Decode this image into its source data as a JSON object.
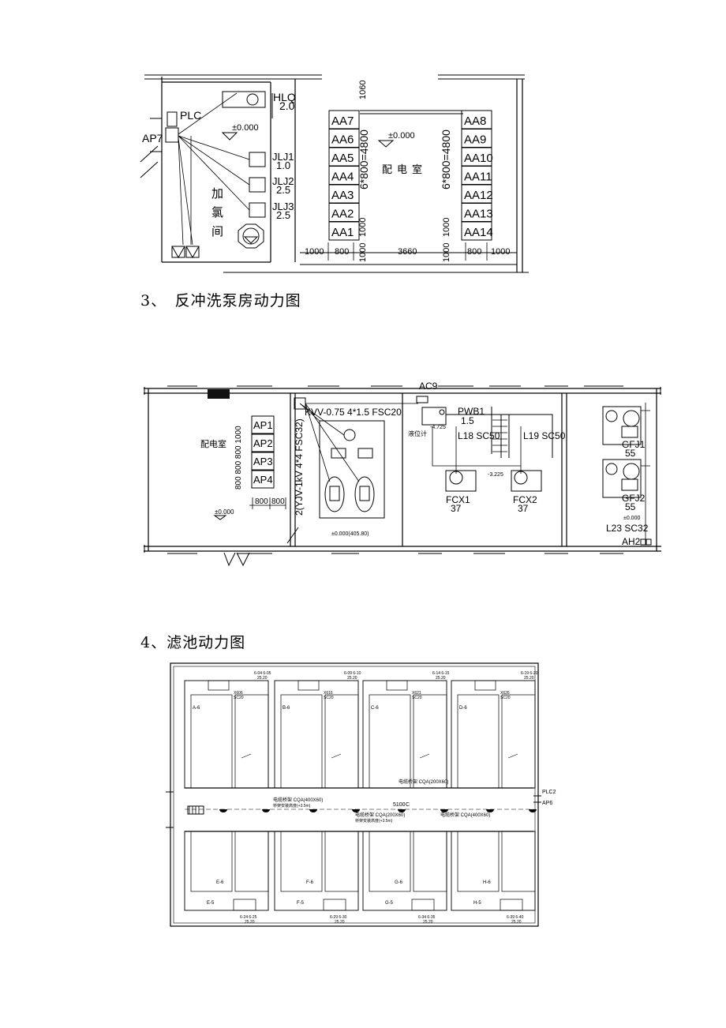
{
  "section3": {
    "caption": "3、　反冲洗泵房动力图",
    "labels": {
      "plc": "PLC",
      "ap7": "AP7",
      "hlq": "HLQ",
      "hlq_val": "2.0",
      "elev1": "±0.000",
      "elev2": "±0.000",
      "jlj1": "JLJ1",
      "jlj1_val": "1.0",
      "jlj2": "JLJ2",
      "jlj2_val": "2.5",
      "jlj3": "JLJ3",
      "jlj3_val": "2.5",
      "chlor_room": [
        "加",
        "氯",
        "间"
      ],
      "dist_room": "配电室",
      "left_cabinets": [
        "AA7",
        "AA6",
        "AA5",
        "AA4",
        "AA3",
        "AA2",
        "AA1"
      ],
      "right_cabinets": [
        "AA8",
        "AA9",
        "AA10",
        "AA11",
        "AA12",
        "AA13",
        "AA14"
      ],
      "dim_left_vert": "6*800=4800",
      "dim_right_vert": "6*800=4800",
      "dim_top": "1060",
      "dim_bottom_vals": [
        "1000",
        "800",
        "1000",
        "3660",
        "1000",
        "800",
        "1000"
      ],
      "dim_side": "1000"
    }
  },
  "section2": {
    "labels": {
      "dist_room": "配电室",
      "aps": [
        "AP1",
        "AP2",
        "AP3",
        "AP4"
      ],
      "dim_vert": "800 800 800 1000",
      "dim_horiz": [
        "800",
        "800"
      ],
      "elev_left": "±0.000",
      "cable_vert": "2(YJV-1kV 4*4 FSC32)",
      "kvv": "KVV-0.75 4*1.5 FSC20",
      "ac9": "AC9",
      "pwb1": "PWB1",
      "pwb1_val": "1.5",
      "level_meter": "液位计",
      "elev_val": "-4.725",
      "l18": "L18 SC50",
      "l19": "L19 SC50",
      "fcx1": "FCX1",
      "fcx1_val": "37",
      "fcx2": "FCX2",
      "fcx2_val": "37",
      "elev_mid": "-3.225",
      "elev_bottom": "±0.000(405.80)",
      "gfj1": "GFJ1",
      "gfj1_val": "55",
      "gfj2": "GFJ2",
      "gfj2_val": "55",
      "elev_right": "±0.000",
      "l23": "L23 SC32",
      "ah2": "AH2"
    }
  },
  "section4": {
    "caption": "4、滤池动力图",
    "labels": {
      "top_circuits": [
        "6-04 6-05",
        "6-09 6-10",
        "6-14 6-15",
        "6-19 6-20"
      ],
      "top_sc": [
        "25.20",
        "25.20",
        "25.20",
        "25.20"
      ],
      "bottom_circuits": [
        "6-24 6-25",
        "6-29 6-30",
        "6-34 6-35",
        "6-39 6-40"
      ],
      "bottom_sc": [
        "25.20",
        "25.20",
        "25.20",
        "25.20"
      ],
      "cell_top_letters": [
        "A-6",
        "B-6",
        "C-6",
        "D-6"
      ],
      "cell_bottom_letters": [
        "E-6",
        "F-6",
        "G-6",
        "H-6"
      ],
      "cell_bottom_letters2": [
        "E-5",
        "F-5",
        "G-5",
        "H-5"
      ],
      "cell_codes": [
        "X606",
        "X616",
        "X621",
        "X626"
      ],
      "cell_sc": [
        "SC20",
        "SC20",
        "SC20",
        "SC20"
      ],
      "plc2": "PLC2",
      "ap6": "AP6",
      "tray1": "电缆桥架 CQA(400X60)",
      "tray2": "电缆桥架 CQA(200X60)",
      "tray3": "电缆桥架 CQA(400X60)",
      "tray4": "电缆桥架 CQA(200X60)",
      "tray_note1": "桥架安装高度(+3.5m)",
      "tray_note2": "桥架安装高度(+3.5m)",
      "mid_val": "5100",
      "mid_c": "C"
    }
  }
}
